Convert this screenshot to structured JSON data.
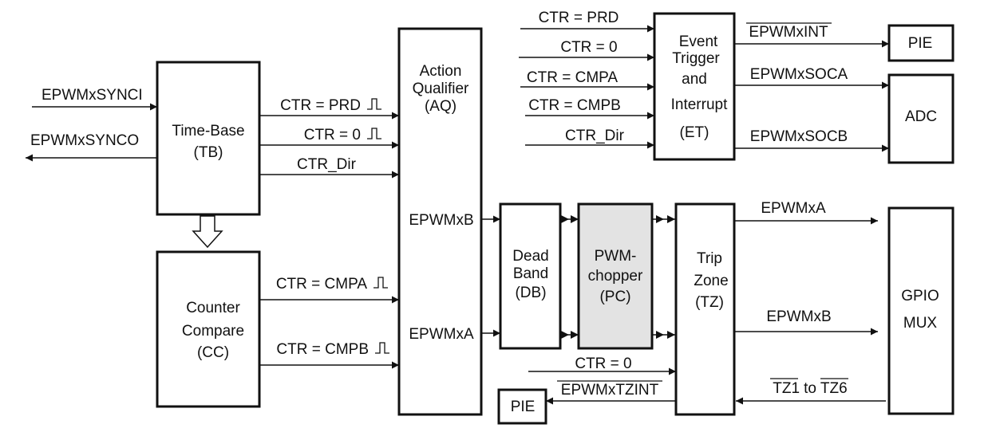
{
  "blocks": {
    "tb": [
      "Time-Base",
      "(TB)"
    ],
    "cc": [
      "Counter",
      "Compare",
      "(CC)"
    ],
    "aq": [
      "Action",
      "Qualifier",
      "(AQ)"
    ],
    "et": [
      "Event",
      "Trigger",
      "and",
      "Interrupt",
      "(ET)"
    ],
    "db": [
      "Dead",
      "Band",
      "(DB)"
    ],
    "pc": [
      "PWM-",
      "chopper",
      "(PC)"
    ],
    "tz": [
      "Trip",
      "Zone",
      "(TZ)"
    ],
    "pie_top": "PIE",
    "adc": "ADC",
    "gpio": [
      "GPIO",
      "MUX"
    ],
    "pie_bottom": "PIE"
  },
  "signals": {
    "synci": "EPWMxSYNCI",
    "synco": "EPWMxSYNCO",
    "tb_prd": "CTR = PRD",
    "tb_zero": "CTR = 0",
    "tb_dir": "CTR_Dir",
    "cc_cmpa": "CTR = CMPA",
    "cc_cmpb": "CTR = CMPB",
    "aq_b": "EPWMxB",
    "aq_a": "EPWMxA",
    "et_prd": "CTR = PRD",
    "et_zero": "CTR =  0",
    "et_cmpa": "CTR = CMPA",
    "et_cmpb": "CTR = CMPB",
    "et_dir": "CTR_Dir",
    "et_int": "EPWMxINT",
    "et_soca": "EPWMxSOCA",
    "et_socb": "EPWMxSOCB",
    "tz_a": "EPWMxA",
    "tz_b": "EPWMxB",
    "tz_zero": "CTR = 0",
    "tz_int": "EPWMxTZINT",
    "tz_in_1": "TZ1",
    "tz_in_to": "to",
    "tz_in_6": "TZ6"
  },
  "colors": {
    "line": "#111111",
    "box_fill": "#ffffff",
    "shaded_fill": "#e3e3e3"
  }
}
